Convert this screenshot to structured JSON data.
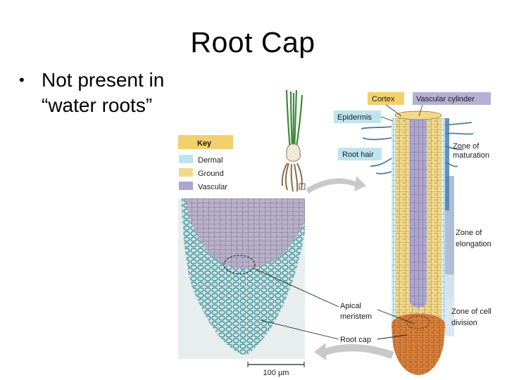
{
  "slide": {
    "title": "Root Cap",
    "bullet_line1": "Not present in",
    "bullet_line2": "“water roots”"
  },
  "key": {
    "title": "Key",
    "items": [
      {
        "label": "Dermal",
        "color": "#bfe4f0"
      },
      {
        "label": "Ground",
        "color": "#f2d98a"
      },
      {
        "label": "Vascular",
        "color": "#aca6cf"
      }
    ]
  },
  "labels": {
    "cortex": "Cortex",
    "vascular_cylinder": "Vascular cylinder",
    "epidermis": "Epidermis",
    "root_hair": "Root hair",
    "zone_maturation_1": "Zone of",
    "zone_maturation_2": "maturation",
    "zone_elongation_1": "Zone of",
    "zone_elongation_2": "elongation",
    "zone_division_1": "Zone of cell",
    "zone_division_2": "division",
    "apical_1": "Apical",
    "apical_2": "meristem",
    "root_cap": "Root cap",
    "scale": "100 µm"
  },
  "colors": {
    "dermal": "#bfe4f0",
    "ground": "#f2d98a",
    "vascular": "#aca6cf",
    "rootcap": "#d9803a",
    "zone_bar": "#4c7da8"
  }
}
